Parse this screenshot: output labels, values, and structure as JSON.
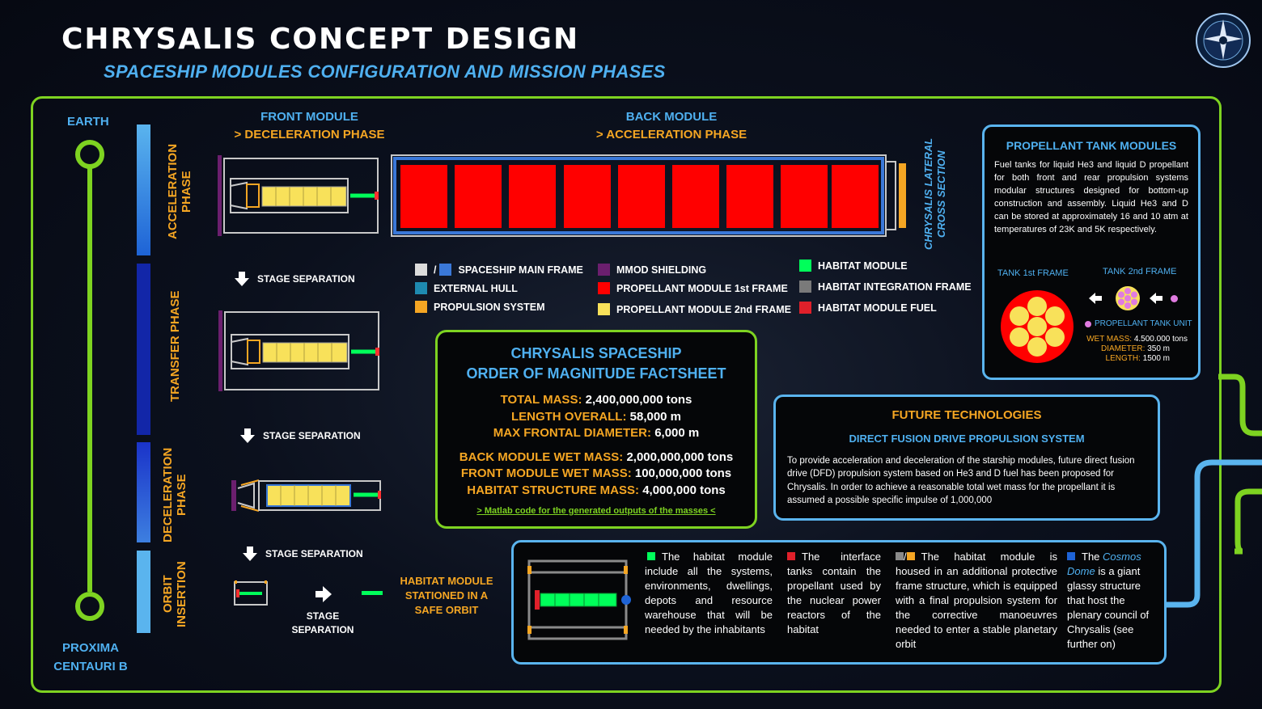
{
  "header": {
    "title": "CHRYSALIS CONCEPT DESIGN",
    "subtitle": "SPACESHIP MODULES CONFIGURATION AND MISSION PHASES"
  },
  "route": {
    "start": "EARTH",
    "end_line1": "PROXIMA",
    "end_line2": "CENTAURI B"
  },
  "phases": [
    {
      "label_line1": "ACCELERATION",
      "label_line2": "PHASE"
    },
    {
      "label_line1": "TRANSFER PHASE",
      "label_line2": ""
    },
    {
      "label_line1": "DECELERATION",
      "label_line2": "PHASE"
    },
    {
      "label_line1": "ORBIT",
      "label_line2": "INSERTION"
    }
  ],
  "modules": {
    "front_title": "FRONT MODULE",
    "front_phase": "> DECELERATION PHASE",
    "back_title": "BACK MODULE",
    "back_phase": "> ACCELERATION PHASE",
    "lateral_line1": "CHRYSALIS LATERAL",
    "lateral_line2": "CROSS SECTION"
  },
  "stage_separation": "STAGE SEPARATION",
  "stage_separation_line1": "STAGE",
  "stage_separation_line2": "SEPARATION",
  "habitat_stationed": {
    "line1": "HABITAT MODULE",
    "line2": "STATIONED  IN A",
    "line3": "SAFE ORBIT"
  },
  "legend": {
    "main_frame": "SPACESHIP MAIN FRAME",
    "main_frame_sep": "/",
    "external_hull": "EXTERNAL HULL",
    "propulsion": "PROPULSION SYSTEM",
    "mmod": "MMOD SHIELDING",
    "prop1": "PROPELLANT MODULE 1st FRAME",
    "prop2": "PROPELLANT MODULE 2nd FRAME",
    "habitat": "HABITAT MODULE",
    "hab_integration": "HABITAT INTEGRATION FRAME",
    "hab_fuel": "HABITAT MODULE FUEL"
  },
  "factsheet": {
    "title_line1": "CHRYSALIS SPACESHIP",
    "title_line2": "ORDER OF MAGNITUDE FACTSHEET",
    "total_mass_k": "TOTAL MASS:",
    "total_mass_v": "2,400,000,000 tons",
    "length_k": "LENGTH OVERALL:",
    "length_v": "58,000 m",
    "diameter_k": "MAX FRONTAL DIAMETER:",
    "diameter_v": "6,000 m",
    "back_k": "BACK MODULE WET MASS:",
    "back_v": "2,000,000,000 tons",
    "front_k": "FRONT MODULE WET MASS:",
    "front_v": "100,000,000 tons",
    "hab_k": "HABITAT STRUCTURE MASS:",
    "hab_v": "4,000,000 tons",
    "link": "> Matlab code for the generated outputs of the masses <"
  },
  "propellant": {
    "title": "PROPELLANT TANK MODULES",
    "text": "Fuel tanks for liquid He3 and liquid D propellant for both front and rear propulsion systems modular structures designed for bottom-up construction and assembly. Liquid He3 and D can be stored at approximately 16 and 10 atm at temperatures of 23K and 5K respectively.",
    "tank1": "TANK 1st FRAME",
    "tank2": "TANK 2nd FRAME",
    "unit": "PROPELLANT TANK UNIT",
    "wet_k": "WET MASS:",
    "wet_v": "4.500.000 tons",
    "dia_k": "DIAMETER:",
    "dia_v": "350 m",
    "len_k": "LENGTH:",
    "len_v": "1500 m"
  },
  "future": {
    "title": "FUTURE TECHNOLOGIES",
    "subtitle": "DIRECT FUSION DRIVE PROPULSION SYSTEM",
    "text": "To provide acceleration and deceleration of the starship modules, future direct fusion drive (DFD) propulsion system based on He3 and D fuel has been proposed for Chrysalis. In order to achieve a reasonable total wet mass for the propellant it is assumed a possible specific impulse of 1,000,000"
  },
  "habitat_info": {
    "col1": "The habitat module include all the systems, environments, dwellings, depots and resource warehouse that will be needed by the inhabitants",
    "col2": "The interface tanks contain the propellant used by the nuclear power reactors of the habitat",
    "col3_sep": "/",
    "col3": "The habitat module is housed in an additional protective frame structure, which is equipped with a final propulsion system for the corrective manoeuvres needed to enter a stable planetary orbit",
    "col4_a": "The",
    "col4_b": "Cosmos Dome",
    "col4_c": "is a giant glassy structure that host the plenary council of Chrysalis (see further on)"
  },
  "colors": {
    "accent_green": "#7ed321",
    "accent_blue": "#4fb0f0",
    "accent_orange": "#f5a623",
    "propellant_red": "#ff0000",
    "propellant_yellow": "#f8e15a",
    "habitat_green": "#00ff5a",
    "mmod_purple": "#6b1f6e"
  },
  "icons": [
    "arrow-down-icon",
    "arrow-right-icon",
    "arrow-left-icon",
    "institute-logo"
  ]
}
